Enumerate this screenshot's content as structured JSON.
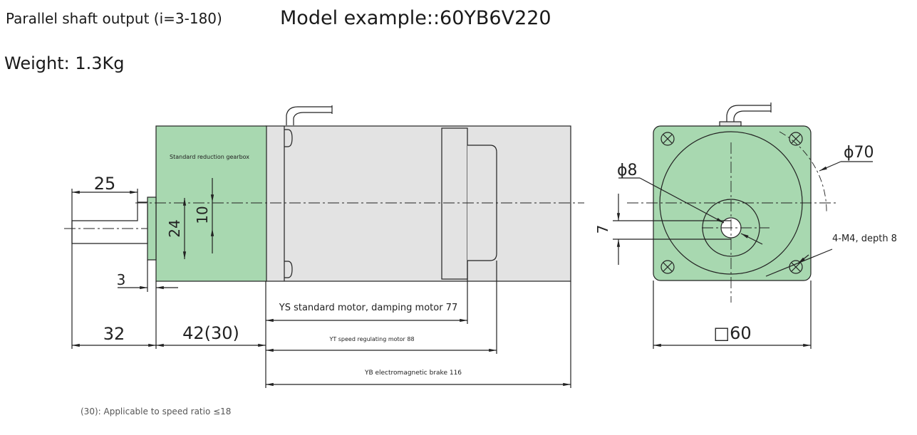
{
  "header": {
    "spec": "Parallel shaft output (i=3-180)",
    "model": "Model example::60YB6V220",
    "weight": "Weight: 1.3Kg"
  },
  "drawing": {
    "gearbox_label": "Standard reduction gearbox",
    "dims": {
      "shaft_length": "25",
      "shaft_dia": "10",
      "boss_dia": "24",
      "boss_thickness": "3",
      "front_to_gearbox": "32",
      "gearbox_length": "42(30)",
      "ys_motor": "YS standard motor, damping motor 77",
      "yt_motor": "YT speed regulating motor 88",
      "yb_motor": "YB electromagnetic brake 116",
      "end_shaft_dia": "ϕ8",
      "end_pcd": "ϕ70",
      "end_key": "7",
      "end_holes": "4-M4, depth 8",
      "end_square": "□60"
    }
  },
  "footnote": "(30): Applicable to speed ratio ≤18",
  "colors": {
    "gearbox_fill": "#a8d8b0",
    "motor_fill": "#e3e3e3",
    "line": "#222222"
  }
}
